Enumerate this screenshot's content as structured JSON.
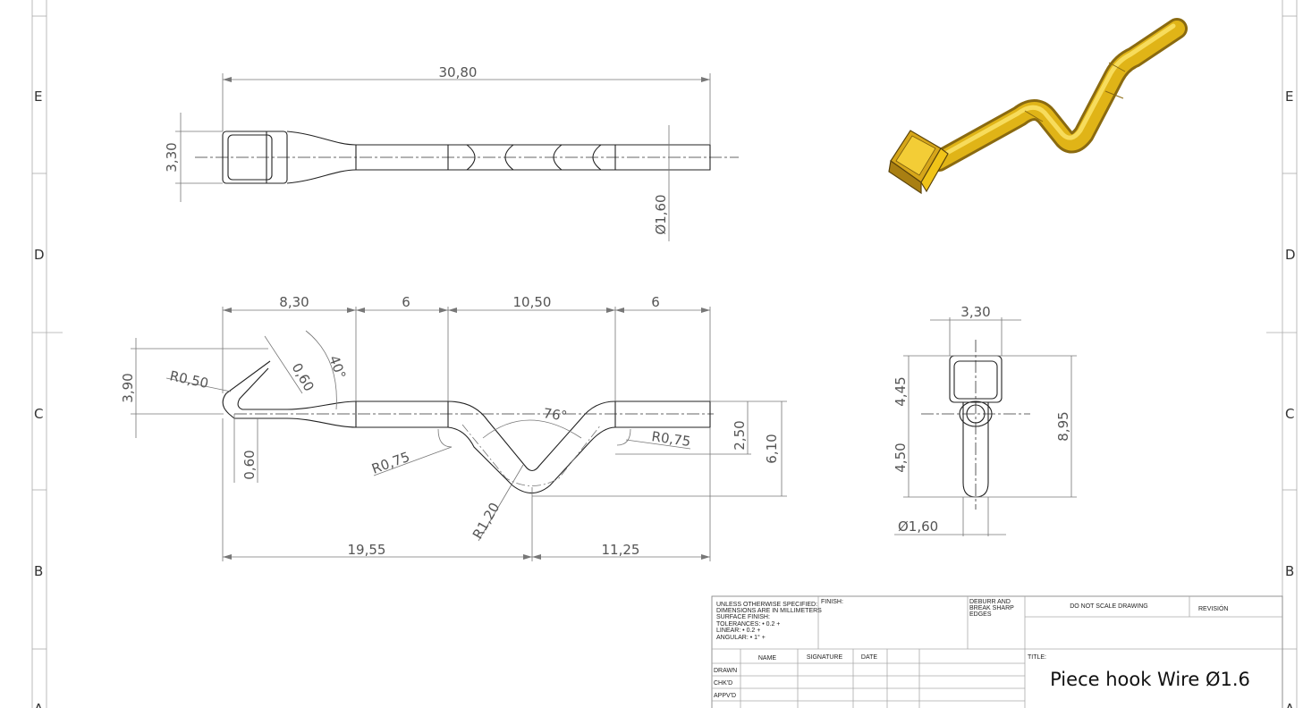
{
  "border_zones": {
    "left": [
      "E",
      "D",
      "C",
      "B",
      "A"
    ],
    "right": [
      "E",
      "D",
      "C",
      "B",
      "A"
    ]
  },
  "top_view": {
    "length": "30,80",
    "height": "3,30",
    "diameter": "Ø1,60"
  },
  "front_view": {
    "seg1": "8,30",
    "seg2": "6",
    "seg3": "10,50",
    "seg4": "6",
    "height_left": "3,90",
    "r_tip": "R0,50",
    "tip_width": "0,60",
    "tip_angle": "40°",
    "tip_offset": "0,60",
    "r_bend_left": "R0,75",
    "bend_angle": "76°",
    "r_bend_right": "R0,75",
    "r_bottom": "R1,20",
    "h_small": "2,50",
    "h_total": "6,10",
    "len_left": "19,55",
    "len_right": "11,25"
  },
  "side_view": {
    "width": "3,30",
    "h_top": "4,45",
    "h_bottom": "4,50",
    "h_total": "8,95",
    "diameter": "Ø1,60"
  },
  "title_block": {
    "tolerance_lines": [
      "UNLESS OTHERWISE SPECIFIED:",
      "DIMENSIONS ARE IN MILLIMETERS",
      "SURFACE FINISH:",
      "TOLERANCES: • 0.2 +",
      "LINEAR: • 0.2 +",
      "ANGULAR: • 1° +"
    ],
    "finish_label": "FINISH:",
    "deburr_lines": [
      "DEBURR AND",
      "BREAK SHARP",
      "EDGES"
    ],
    "no_scale": "DO NOT SCALE DRAWING",
    "revision": "REVISIÓN",
    "col_name": "NAME",
    "col_signature": "SIGNATURE",
    "col_date": "DATE",
    "row_drawn": "DRAWN",
    "row_checked": "CHK'D",
    "row_approved": "APPV'D",
    "title_label": "TITLE:",
    "title": "Piece hook Wire Ø1.6"
  },
  "colors": {
    "render_fill": "#f0c419",
    "render_shade": "#c9981a",
    "line": "#222222",
    "dim_line": "#777777"
  }
}
